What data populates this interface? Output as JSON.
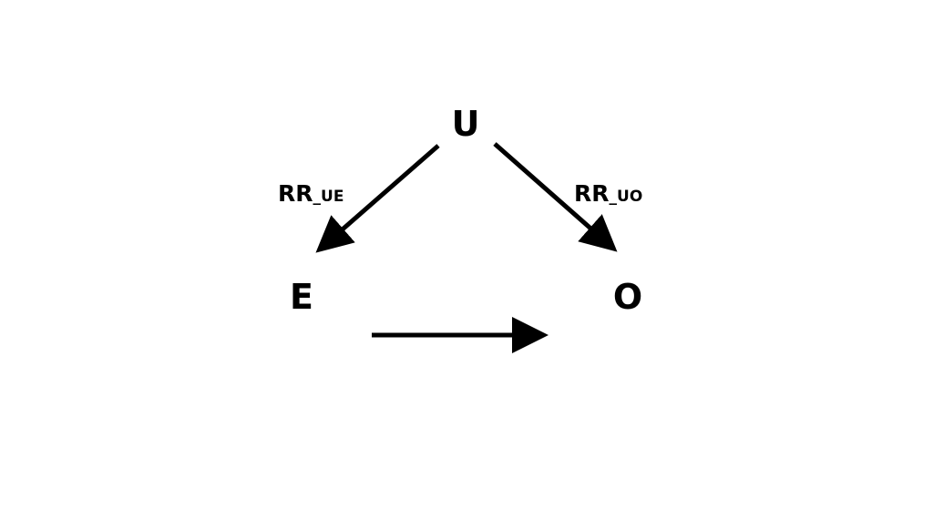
{
  "diagram": {
    "nodes": {
      "u": "U",
      "e": "E",
      "o": "O"
    },
    "edges": {
      "u_to_e": {
        "label_main": "RR",
        "label_sub": "_UE"
      },
      "u_to_o": {
        "label_main": "RR",
        "label_sub": "_UO"
      }
    },
    "color": "#000000"
  }
}
